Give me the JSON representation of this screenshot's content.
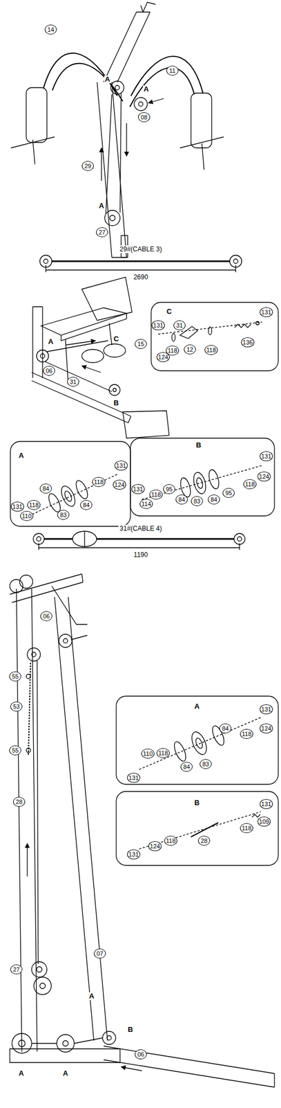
{
  "diagram": {
    "labels": [
      "14",
      "A",
      "A",
      "08",
      "11",
      "29",
      "A",
      "27",
      "29#(CABLE 3)",
      "2690",
      "C",
      "A",
      "15",
      "06",
      "31",
      "B",
      "C",
      "131",
      "136",
      "118",
      "12",
      "31",
      "118",
      "124",
      "131",
      "A",
      "131",
      "124",
      "118",
      "84",
      "83",
      "84",
      "118",
      "110",
      "131",
      "B",
      "131",
      "124",
      "118",
      "95",
      "84",
      "83",
      "84",
      "95",
      "118",
      "114",
      "131",
      "31#(CABLE 4)",
      "1190",
      "06",
      "55",
      "53",
      "55",
      "28",
      "27",
      "A",
      "07",
      "B",
      "A",
      "A",
      "06",
      "A",
      "131",
      "124",
      "118",
      "84",
      "83",
      "84",
      "118",
      "110",
      "131",
      "B",
      "131",
      "109",
      "118",
      "28",
      "118",
      "124",
      "131"
    ]
  }
}
